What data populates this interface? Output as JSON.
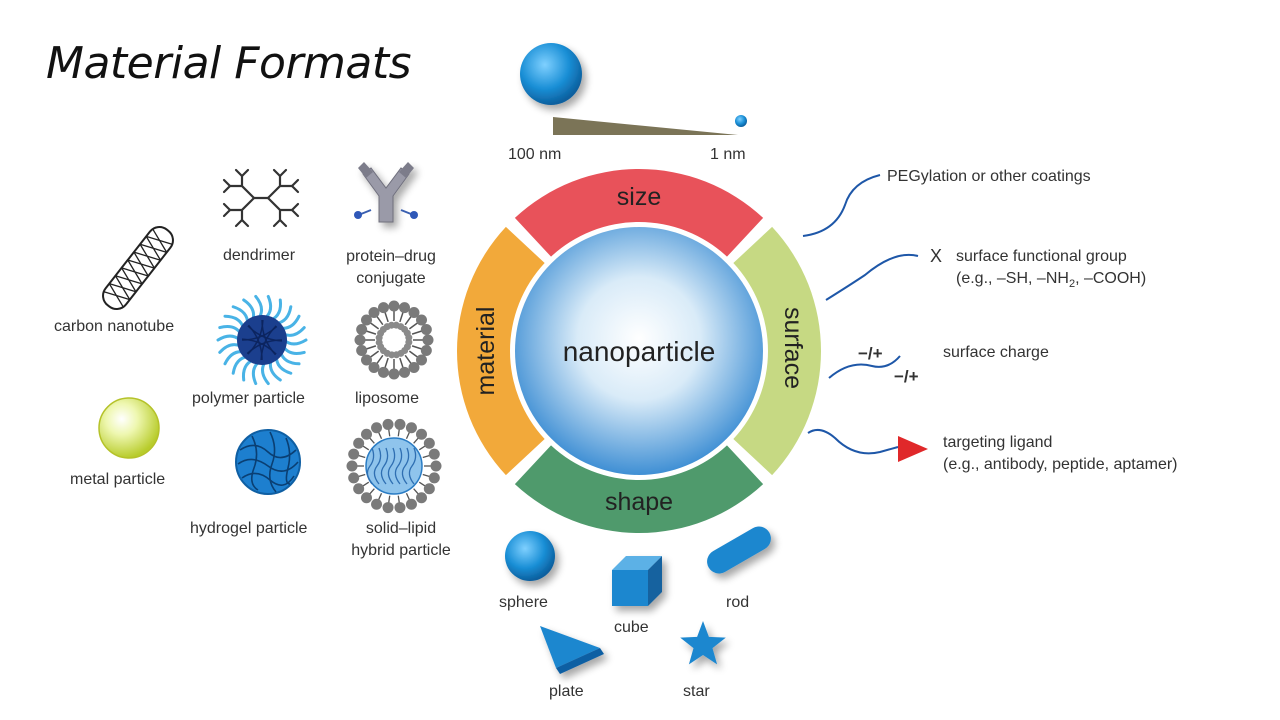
{
  "title": "Material Formats",
  "size_scale": {
    "large_label": "100 nm",
    "small_label": "1 nm"
  },
  "hub": {
    "center_label": "nanoparticle",
    "segments": {
      "size": "size",
      "surface": "surface",
      "shape": "shape",
      "material": "material"
    }
  },
  "materials": [
    {
      "id": "carbon-nanotube",
      "label": "carbon nanotube"
    },
    {
      "id": "dendrimer",
      "label": "dendrimer"
    },
    {
      "id": "protein-drug-conjugate",
      "label_line1": "protein–drug",
      "label_line2": "conjugate"
    },
    {
      "id": "polymer-particle",
      "label": "polymer particle"
    },
    {
      "id": "liposome",
      "label": "liposome"
    },
    {
      "id": "metal-particle",
      "label": "metal particle"
    },
    {
      "id": "hydrogel-particle",
      "label": "hydrogel particle"
    },
    {
      "id": "solid-lipid-hybrid",
      "label_line1": "solid–lipid",
      "label_line2": "hybrid particle"
    }
  ],
  "shapes": [
    {
      "id": "sphere",
      "label": "sphere"
    },
    {
      "id": "cube",
      "label": "cube"
    },
    {
      "id": "rod",
      "label": "rod"
    },
    {
      "id": "plate",
      "label": "plate"
    },
    {
      "id": "star",
      "label": "star"
    }
  ],
  "surface_features": {
    "peg": "PEGylation or other coatings",
    "functional_group": {
      "marker": "X",
      "line1": "surface functional group",
      "line2_prefix": "(e.g., –SH, –NH",
      "line2_sub": "2",
      "line2_suffix": ", –COOH)"
    },
    "charge": {
      "label": "surface charge",
      "sign1": "−/+",
      "sign2": "−/+"
    },
    "ligand": {
      "line1": "targeting ligand",
      "line2": "(e.g., antibody, peptide, aptamer)"
    }
  },
  "colors": {
    "size": "#e8525a",
    "surface": "#c6d983",
    "shape": "#4f9a6c",
    "material": "#f2a93a",
    "particle_blue": "#1a87c9",
    "ligand_red": "#e0282a"
  }
}
